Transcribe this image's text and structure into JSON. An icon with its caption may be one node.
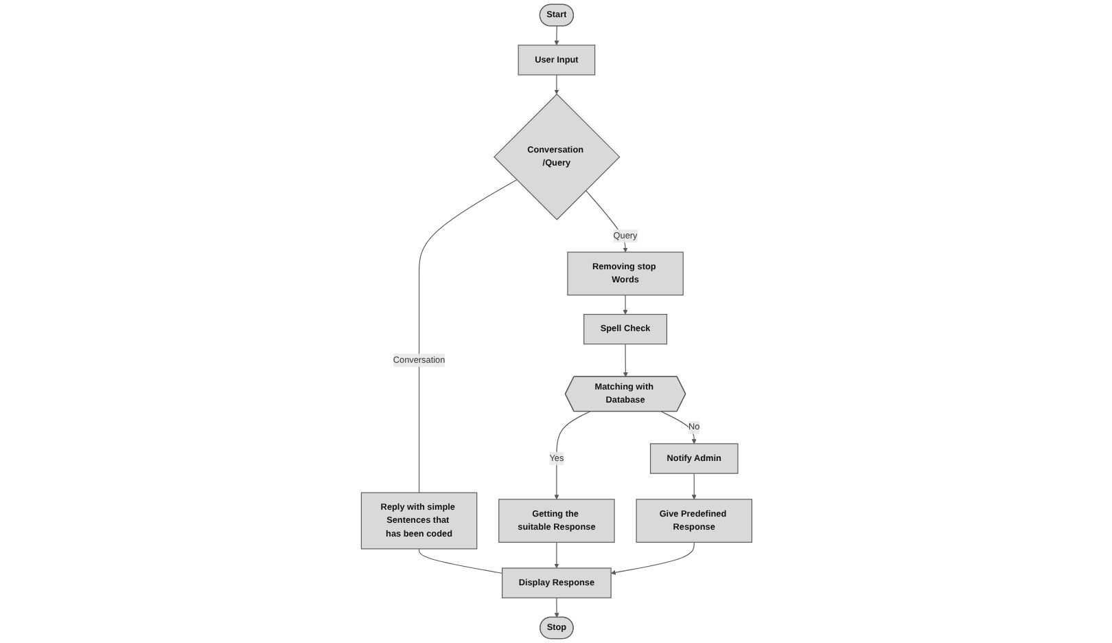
{
  "diagram": {
    "nodes": [
      {
        "text": [
          "Start"
        ]
      },
      {
        "text": [
          "User Input"
        ]
      },
      {
        "text": [
          "Conversation /Query"
        ]
      },
      {
        "text": [
          "Reply with simple Sentences that has been coded"
        ]
      },
      {
        "text": [
          "Removing stop Words"
        ]
      },
      {
        "text": [
          "Spell Check"
        ]
      },
      {
        "text": [
          "Getting the suitable Response"
        ]
      },
      {
        "text": [
          "Matching with Database"
        ]
      },
      {
        "text": [
          "Notify Admin"
        ]
      },
      {
        "text": [
          "Display Response"
        ]
      },
      {
        "text": [
          "Give Predefined Response"
        ]
      },
      {
        "text": [
          "Stop"
        ]
      }
    ],
    "edges": [
      {
        "from": 0,
        "to": 1,
        "arrow": "to"
      },
      {
        "from": 1,
        "to": 2,
        "arrow": "to"
      },
      {
        "from": 2,
        "to": 3,
        "arrow": "none",
        "label": "Conversation"
      },
      {
        "from": 2,
        "to": 4,
        "arrow": "to",
        "label": "Query"
      },
      {
        "from": 4,
        "to": 5,
        "arrow": "to"
      },
      {
        "from": 5,
        "to": 7,
        "arrow": "to"
      },
      {
        "from": 7,
        "to": 6,
        "arrow": "to",
        "label": "Yes"
      },
      {
        "from": 7,
        "to": 8,
        "arrow": "to",
        "label": "No"
      },
      {
        "from": 8,
        "to": 10,
        "arrow": "to"
      },
      {
        "from": 3,
        "to": 9,
        "arrow": "none"
      },
      {
        "from": 6,
        "to": 9,
        "arrow": "to"
      },
      {
        "from": 10,
        "to": 9,
        "arrow": "to"
      },
      {
        "from": 9,
        "to": 11,
        "arrow": "to"
      }
    ]
  }
}
